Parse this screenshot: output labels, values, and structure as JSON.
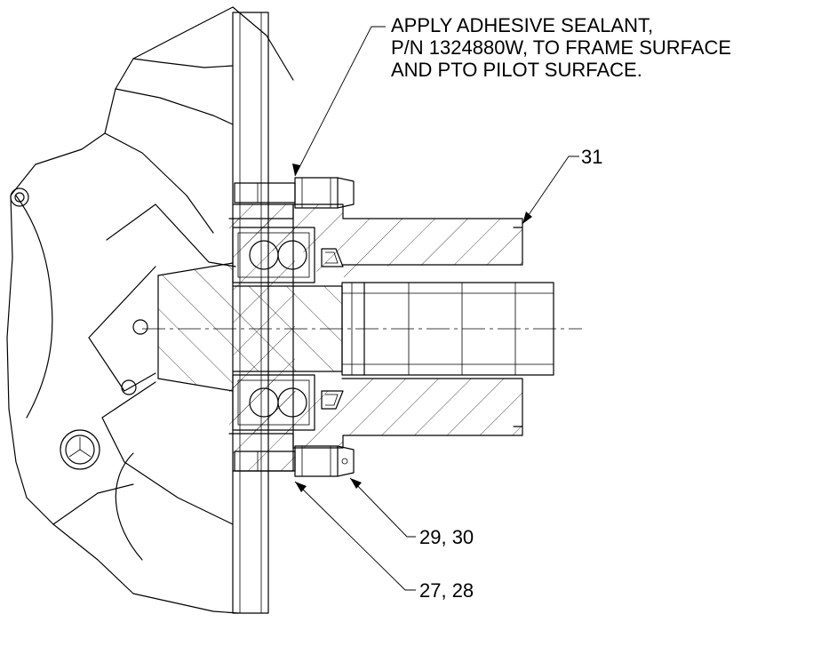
{
  "note": {
    "lines": [
      "APPLY ADHESIVE SEALANT,",
      "P/N 1324880W, TO FRAME SURFACE",
      "AND PTO PILOT SURFACE."
    ]
  },
  "callouts": {
    "c31": "31",
    "c29_30": "29, 30",
    "c27_28": "27, 28"
  }
}
